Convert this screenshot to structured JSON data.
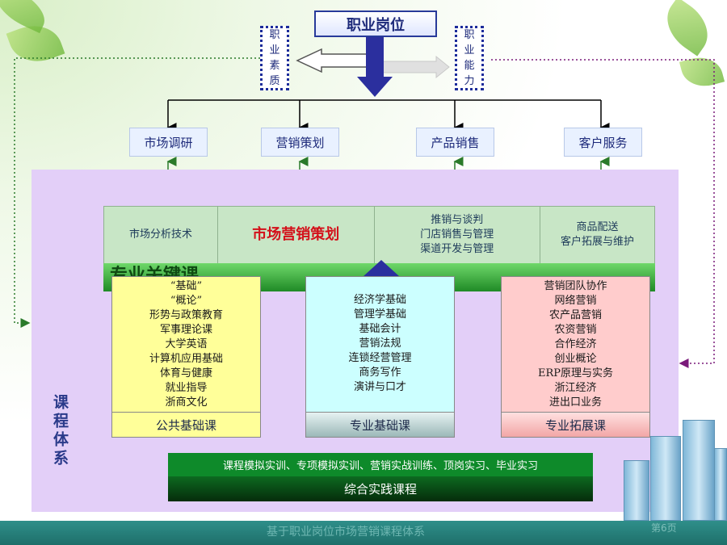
{
  "header": {
    "title": "职业岗位"
  },
  "left_tag": {
    "chars": [
      "职",
      "业",
      "素",
      "质"
    ]
  },
  "right_tag": {
    "chars": [
      "职",
      "业",
      "能",
      "力"
    ]
  },
  "functions": [
    "市场调研",
    "营销策划",
    "产品销售",
    "客户服务"
  ],
  "core": {
    "cells": [
      {
        "lines": [
          "市场分析技术"
        ]
      },
      {
        "lines": [
          "市场营销策划"
        ]
      },
      {
        "lines": [
          "推销与谈判",
          "门店销售与管理",
          "渠道开发与管理"
        ]
      },
      {
        "lines": [
          "商品配送",
          "客户拓展与维护"
        ]
      }
    ],
    "bar_label": "专业关键课",
    "highlight_color": "#d4101a"
  },
  "courses": [
    {
      "footer": "公共基础课",
      "items": [
        "“基础”",
        "“概论”",
        "形势与政策教育",
        "军事理论课",
        "大学英语",
        "计算机应用基础",
        "体育与健康",
        "就业指导",
        "浙商文化"
      ],
      "color": "#ffff99",
      "foot_color": "#ffff99"
    },
    {
      "footer": "专业基础课",
      "items": [
        "经济学基础",
        "管理学基础",
        "基础会计",
        "营销法规",
        "连锁经营管理",
        "商务写作",
        "演讲与口才"
      ],
      "color": "#ccffff",
      "foot_color": "#bcd6d6"
    },
    {
      "footer": "专业拓展课",
      "items": [
        "营销团队协作",
        "网络营销",
        "农产品营销",
        "农资营销",
        "合作经济",
        "创业概论",
        "ERP原理与实务",
        "浙江经济",
        "进出口业务"
      ],
      "color": "#ffcccc",
      "foot_color": "#f7b3b3"
    }
  ],
  "side_label": "课程体系",
  "practice": {
    "top": "课程模拟实训、专项模拟实训、营销实战训练、顶岗实习、毕业实习",
    "bottom": "综合实践课程"
  },
  "footer": {
    "text": "基于职业岗位市场营销课程体系",
    "page": "第6页"
  }
}
